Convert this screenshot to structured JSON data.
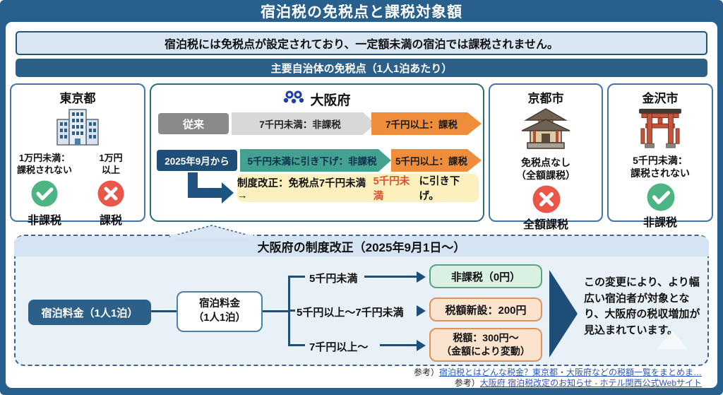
{
  "header": {
    "title": "宿泊税の免税点と課税対象額"
  },
  "intro_banner": {
    "text": "宿泊税には免税点が設定されており、一定額未満の宿泊では課税されません。"
  },
  "section_banner": {
    "text": "主要自治体の免税点（1人1泊あたり）"
  },
  "cards": {
    "tokyo": {
      "title": "東京都",
      "icon": "building-icon",
      "condition_left": "1万円未満：\n課税されない",
      "condition_right": "1万円\n以上",
      "verdict_left": "非課税",
      "verdict_right": "課税"
    },
    "osaka": {
      "title": "大阪府",
      "icon": "osaka-logo-icon",
      "row_old": {
        "label": "従来",
        "arrow_mid": "7千円未満：非課税",
        "arrow_right": "7千円以上：課税"
      },
      "row_new": {
        "label": "2025年9月から",
        "arrow_mid": "5千円未満に引き下げ：非課税",
        "arrow_right": "5千円以上：課税"
      },
      "note": {
        "prefix": "制度改正：免税点7千円未満→",
        "highlight": "5千円未満",
        "suffix": "に引き下げ。"
      }
    },
    "kyoto": {
      "title": "京都市",
      "icon": "temple-icon",
      "condition": "免税点なし\n（全額課税）",
      "verdict": "全額課税"
    },
    "kanazawa": {
      "title": "金沢市",
      "icon": "torii-icon",
      "condition": "5千円未満：\n課税されない",
      "verdict": "非課税"
    }
  },
  "bottom_panel": {
    "title": "大阪府の制度改正（2025年9月1日〜）",
    "source_box": "宿泊料金（1人1泊）",
    "rate_box": "宿泊料金\n（1人1泊）",
    "branches": [
      {
        "label": "5千円未満",
        "result": "非課税（0円）",
        "style": "green"
      },
      {
        "label": "5千円以上〜7千円未満",
        "result": "税額新設：200円",
        "style": "orange"
      },
      {
        "label": "7千円以上〜",
        "result": "税額：300円〜\n（金額により変動）",
        "style": "orange"
      }
    ],
    "conclusion": "この変更により、より幅広い宿泊者が対象となり、大阪府の税収増加が見込まれています。"
  },
  "footer": {
    "references": [
      {
        "prefix": "参考）",
        "label": "宿泊税とはどんな税金？東京都・大阪府などの税額一覧をまとめま…"
      },
      {
        "prefix": "参考）",
        "label": "大阪府 宿泊税改定のお知らせ - ホテル関西公式Webサイト"
      }
    ]
  },
  "colors": {
    "frame_blue": "#27608c",
    "banner_light_blue": "#d9e6f3",
    "banner_dark_blue": "#2d6089",
    "navy": "#1f4e79",
    "gray_label": "#8a8a8a",
    "gray_arrow": "#d8d8d8",
    "teal_arrow": "#42a18f",
    "orange_arrow": "#ef8d3b",
    "note_yellow": "#fdf0bf",
    "note_highlight": "#e0512b",
    "check_green": "#4db583",
    "cross_red": "#ea5648",
    "panel_bg": "#e9f1f8",
    "result_green_bg": "#d9f0e3",
    "result_orange_bg": "#fbe3cd",
    "link_blue": "#2f55bb"
  }
}
